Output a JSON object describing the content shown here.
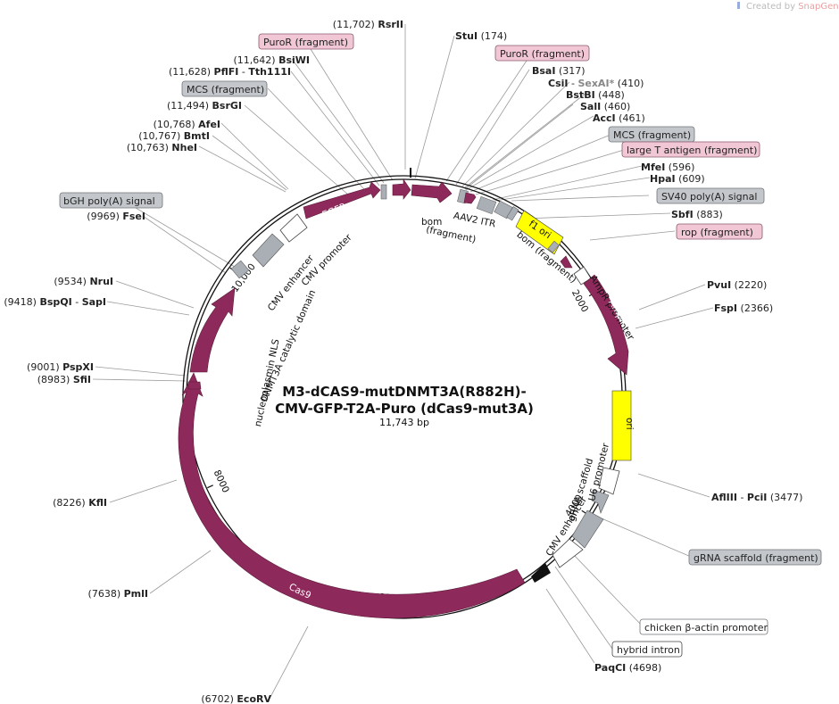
{
  "watermark": {
    "prefix": "Created by ",
    "brand": "SnapGene"
  },
  "plasmid": {
    "title_line1": "M3-dCAS9-mutDNMT3A(R882H)-",
    "title_line2": "CMV-GFP-T2A-Puro (dCas9-mut3A)",
    "size_text": "11,743 bp",
    "length": 11743
  },
  "ticks": [
    {
      "pos": 2000,
      "label": "2000"
    },
    {
      "pos": 4000,
      "label": "4000"
    },
    {
      "pos": 6000,
      "label": "6000"
    },
    {
      "pos": 8000,
      "label": "8000"
    },
    {
      "pos": 10000,
      "label": "10,000"
    }
  ],
  "sites": [
    {
      "name": "RsrII",
      "pos": "(11,702)"
    },
    {
      "name": "StuI",
      "pos": "(174)"
    },
    {
      "name": "BsiWI",
      "pos": "(11,642)"
    },
    {
      "name": "PflFI",
      "name2": "Tth111I",
      "pos": "(11,628)"
    },
    {
      "name": "BsaI",
      "pos": "(317)"
    },
    {
      "name": "CsiI",
      "name2": "SexAI*",
      "pos": "(410)"
    },
    {
      "name": "BstBI",
      "pos": "(448)"
    },
    {
      "name": "BsrGI",
      "pos": "(11,494)"
    },
    {
      "name": "SalI",
      "pos": "(460)"
    },
    {
      "name": "AccI",
      "pos": "(461)"
    },
    {
      "name": "AfeI",
      "pos": "(10,768)"
    },
    {
      "name": "BmtI",
      "pos": "(10,767)"
    },
    {
      "name": "NheI",
      "pos": "(10,763)"
    },
    {
      "name": "MfeI",
      "pos": "(596)"
    },
    {
      "name": "HpaI",
      "pos": "(609)"
    },
    {
      "name": "SbfI",
      "pos": "(883)"
    },
    {
      "name": "FseI",
      "pos": "(9969)"
    },
    {
      "name": "NruI",
      "pos": "(9534)"
    },
    {
      "name": "BspQI",
      "name2": "SapI",
      "pos": "(9418)"
    },
    {
      "name": "PvuI",
      "pos": "(2220)"
    },
    {
      "name": "FspI",
      "pos": "(2366)"
    },
    {
      "name": "PspXI",
      "pos": "(9001)"
    },
    {
      "name": "SfiI",
      "pos": "(8983)"
    },
    {
      "name": "AflIII",
      "name2": "PciI",
      "pos": "(3477)"
    },
    {
      "name": "KflI",
      "pos": "(8226)"
    },
    {
      "name": "PmlI",
      "pos": "(7638)"
    },
    {
      "name": "PaqCI",
      "pos": "(4698)"
    },
    {
      "name": "EcoRV",
      "pos": "(6702)"
    }
  ],
  "boxes": [
    {
      "text": "PuroR (fragment)"
    },
    {
      "text": "PuroR (fragment)"
    },
    {
      "text": "MCS (fragment)"
    },
    {
      "text": "MCS (fragment)"
    },
    {
      "text": "large T antigen (fragment)"
    },
    {
      "text": "SV40 poly(A) signal"
    },
    {
      "text": "bGH poly(A) signal"
    },
    {
      "text": "rop (fragment)"
    },
    {
      "text": "gRNA scaffold (fragment)"
    },
    {
      "text": "chicken β-actin promoter"
    },
    {
      "text": "hybrid intron"
    }
  ],
  "features": {
    "egfp": "EGFP",
    "aav2_itr": "AAV2 ITR",
    "bom1a": "bom",
    "bom1b": "(fragment)",
    "f1_ori": "f1 ori",
    "bom2": "bom (fragment)",
    "ampr_promoter": "AmpR promoter",
    "ampr": "AmpR",
    "ori": "ori",
    "u6_promoter": "U6 promoter",
    "grna_scaffold": "gRNA scaffold",
    "cmv_enhancer_right": "CMV enhancer",
    "cas9": "Cas9",
    "nls": "nucleoplasmin NLS",
    "dnmt3a": "DNMT3A catalytic domain",
    "cmv_enhancer_left": "CMV enhancer",
    "cmv_promoter": "CMV promoter"
  },
  "colors": {
    "cds": "#8e2a5b",
    "ori": "#ffff00",
    "misc": "#a9afb5",
    "fragment_box": "#f1c7d5",
    "gray_box": "#c3c7cb"
  }
}
